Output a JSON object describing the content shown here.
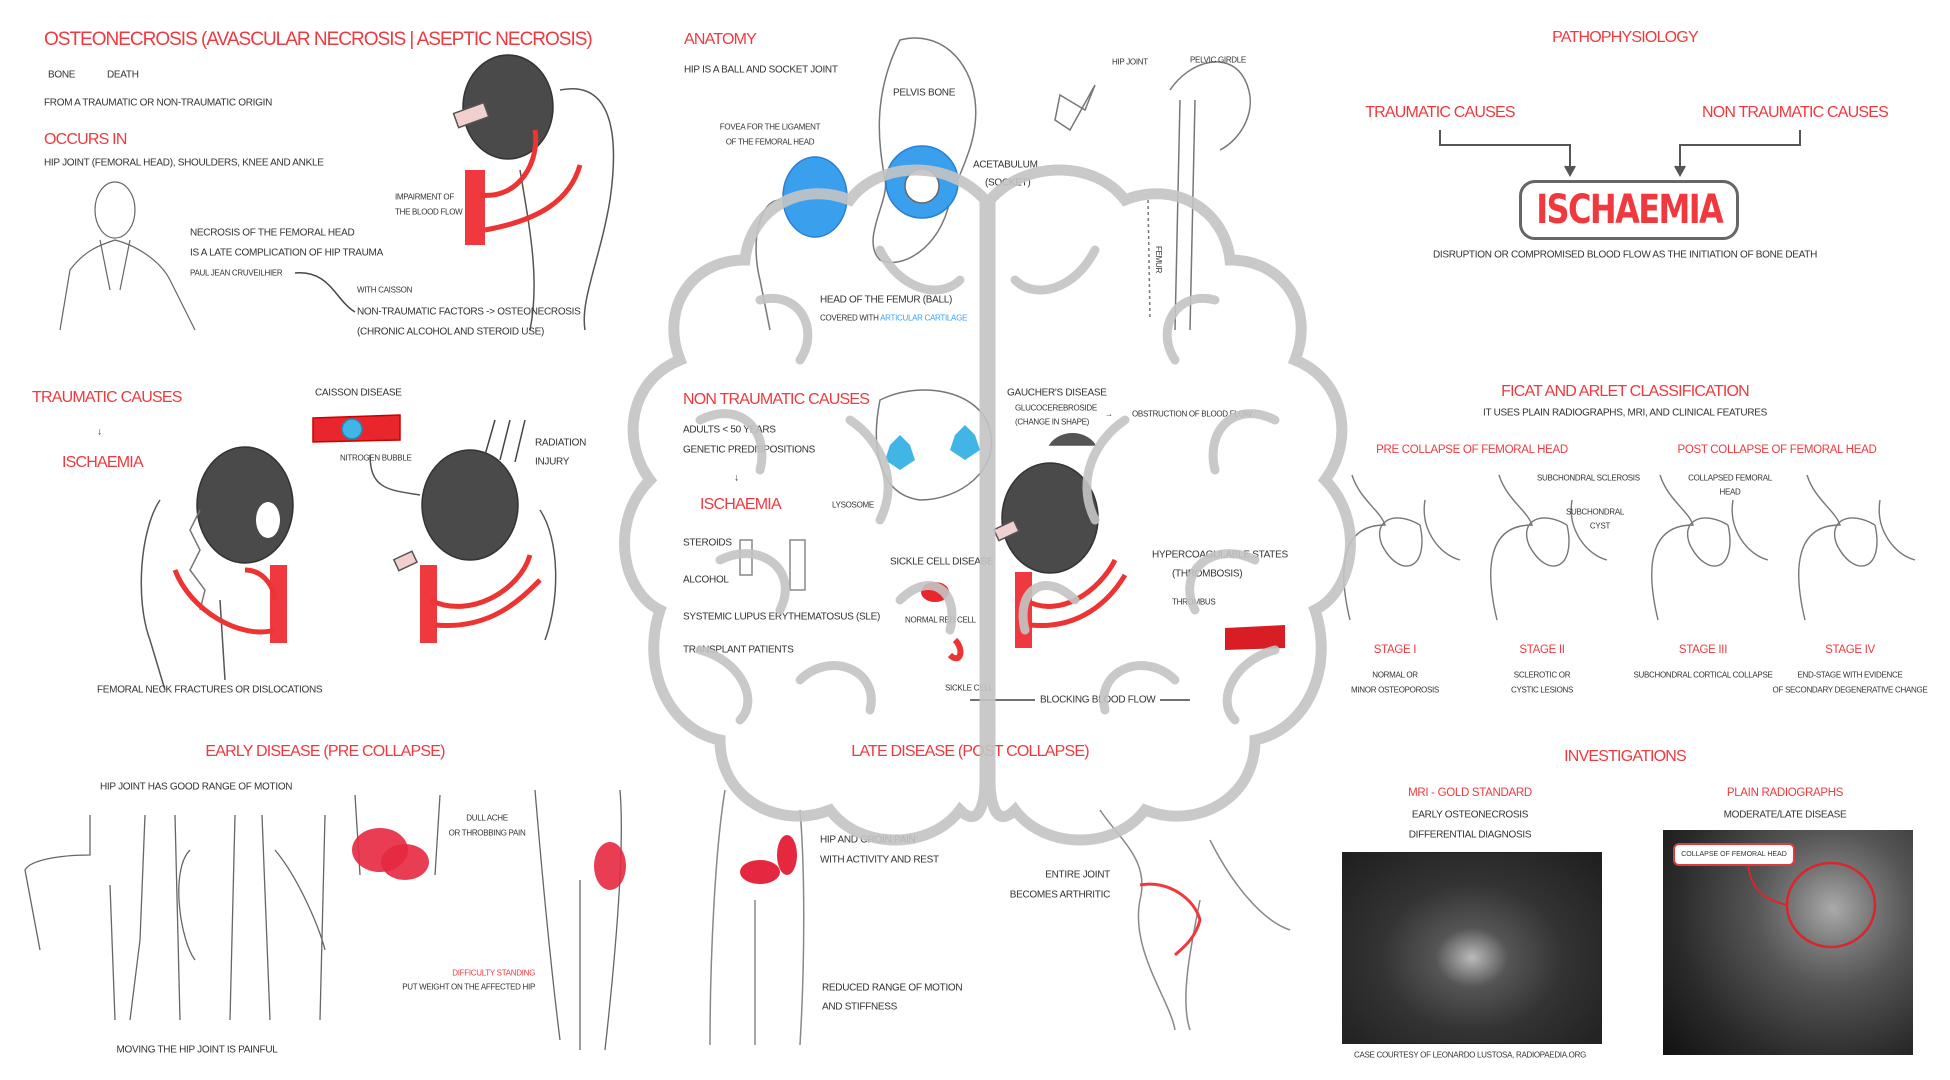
{
  "colors": {
    "accent_red": "#f0393e",
    "cartilage_blue": "#3aa0ee",
    "brain_overlay": "#c4c4c4",
    "bone_dark": "#4a4a4a"
  },
  "intro": {
    "title": "Osteonecrosis (avascular necrosis | aseptic necrosis)",
    "bone": "Bone",
    "death": "Death",
    "origin": "From a traumatic or non-traumatic origin",
    "occurs_heading": "Occurs in",
    "occurs_text": "Hip joint (femoral head), shoulders, knee and ankle",
    "impairment": [
      "Impairment of",
      "the blood flow"
    ],
    "necrosis": [
      "Necrosis of the femoral head",
      "is a late complication of hip trauma"
    ],
    "person": "Paul Jean Cruveilhier",
    "with": "with Caisson",
    "nontraumatic": [
      "Non-traumatic factors -> osteonecrosis",
      "(chronic alcohol and steroid use)"
    ]
  },
  "anatomy": {
    "heading": "Anatomy",
    "subtitle": "Hip is a ball and socket joint",
    "pelvis": "Pelvis bone",
    "fovea": [
      "Fovea for the ligament",
      "of the femoral head"
    ],
    "acetabulum": [
      "Acetabulum",
      "(socket)"
    ],
    "head": "Head of the femur (ball)",
    "covered": "Covered with",
    "cartilage": "articular cartilage",
    "hip_joint": "Hip joint",
    "pelvic_girdle": "Pelvic girdle",
    "femur": "Femur"
  },
  "traumatic": {
    "heading": "Traumatic causes",
    "result": "Ischaemia",
    "caisson": "Caisson disease",
    "bubble": "Nitrogen bubble",
    "radiation": [
      "Radiation",
      "injury"
    ],
    "fractures": "Femoral neck fractures or dislocations"
  },
  "nontraumatic": {
    "heading": "Non traumatic causes",
    "adults": "Adults < 50 years",
    "genetic": "Genetic predispositions",
    "result": "Ischaemia",
    "steroids": "Steroids",
    "alcohol": "Alcohol",
    "sle": "Systemic lupus erythematosus (SLE)",
    "transplant": "Transplant patients",
    "lysosome": "Lysosome",
    "gaucher": "Gaucher's disease",
    "gluco": [
      "Glucocerebroside",
      "(change in shape)"
    ],
    "obstruction": "Obstruction of blood flow",
    "sickle": "Sickle cell disease",
    "normal_cell": "Normal red cell",
    "sickle_cell": "Sickle cell",
    "blocking": "Blocking blood flow",
    "hypercoag": [
      "Hypercoagulable states",
      "(thrombosis)"
    ],
    "thrombus": "Thrombus"
  },
  "early": {
    "heading": "Early disease (pre collapse)",
    "range": "Hip joint has good range of motion",
    "painful": "Moving the hip joint is painful",
    "ache": [
      "Dull ache",
      "or throbbing pain"
    ],
    "difficulty": "Difficulty standing",
    "weight": "Put weight on the affected hip"
  },
  "late": {
    "heading": "Late disease (post collapse)",
    "pain": [
      "Hip and groin pain",
      "with activity and rest"
    ],
    "reduced": [
      "Reduced range of motion",
      "and stiffness"
    ],
    "arthritic": [
      "Entire joint",
      "becomes arthritic"
    ]
  },
  "patho": {
    "heading": "Pathophysiology",
    "traumatic": "Traumatic causes",
    "nontraumatic": "Non traumatic causes",
    "ischaemia": "ISCHAEMIA",
    "caption": "Disruption or compromised blood flow as the initiation of bone death"
  },
  "ficat": {
    "heading": "Ficat and Arlet classification",
    "subtitle": "It uses plain radiographs, MRI, and clinical features",
    "pre": "Pre collapse of femoral head",
    "post": "Post collapse of femoral head",
    "labels": {
      "sclerosis": "Subchondral sclerosis",
      "cyst": [
        "Subchondral",
        "cyst"
      ],
      "collapsed": [
        "Collapsed femoral",
        "head"
      ]
    },
    "stages": [
      {
        "name": "Stage I",
        "desc": [
          "Normal or",
          "minor osteoporosis"
        ]
      },
      {
        "name": "Stage II",
        "desc": [
          "Sclerotic or",
          "cystic lesions"
        ]
      },
      {
        "name": "Stage III",
        "desc": [
          "Subchondral cortical collapse",
          ""
        ]
      },
      {
        "name": "Stage IV",
        "desc": [
          "End-stage with evidence",
          "of secondary degenerative change"
        ]
      }
    ]
  },
  "investigations": {
    "heading": "Investigations",
    "mri_heading": "MRI - gold standard",
    "mri_lines": [
      "Early osteonecrosis",
      "Differential diagnosis"
    ],
    "mri_caption": "Case courtesy of Leonardo Lustosa, Radiopaedia.org",
    "xray_heading": "Plain radiographs",
    "xray_line": "Moderate/late disease",
    "xray_label": "Collapse of femoral head"
  }
}
